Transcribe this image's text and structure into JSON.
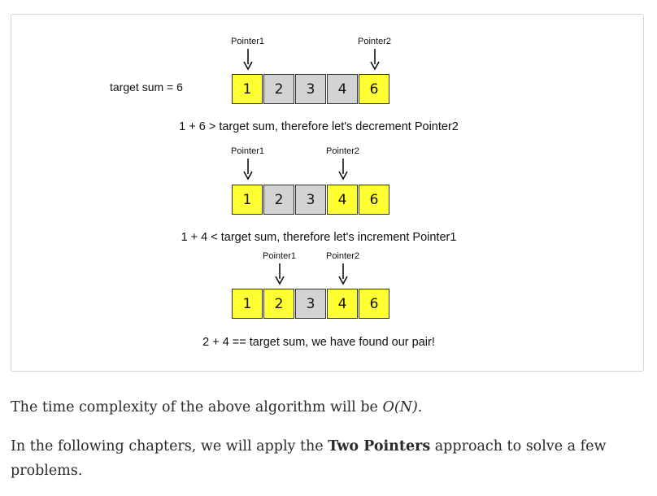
{
  "diagram": {
    "target_label": "target sum = 6",
    "colors": {
      "highlight": "#ffff33",
      "normal": "#d3d3d3"
    },
    "steps": [
      {
        "cells": [
          {
            "value": "1",
            "highlight": true
          },
          {
            "value": "2",
            "highlight": false
          },
          {
            "value": "3",
            "highlight": false
          },
          {
            "value": "4",
            "highlight": false
          },
          {
            "value": "6",
            "highlight": true
          }
        ],
        "pointer1_label": "Pointer1",
        "pointer1_index": 0,
        "pointer2_label": "Pointer2",
        "pointer2_index": 4,
        "caption": "1 + 6 > target sum, therefore let's decrement Pointer2"
      },
      {
        "cells": [
          {
            "value": "1",
            "highlight": true
          },
          {
            "value": "2",
            "highlight": false
          },
          {
            "value": "3",
            "highlight": false
          },
          {
            "value": "4",
            "highlight": true
          },
          {
            "value": "6",
            "highlight": true
          }
        ],
        "pointer1_label": "Pointer1",
        "pointer1_index": 0,
        "pointer2_label": "Pointer2",
        "pointer2_index": 3,
        "caption": "1 + 4 < target sum, therefore let's increment Pointer1"
      },
      {
        "cells": [
          {
            "value": "1",
            "highlight": true
          },
          {
            "value": "2",
            "highlight": true
          },
          {
            "value": "3",
            "highlight": false
          },
          {
            "value": "4",
            "highlight": true
          },
          {
            "value": "6",
            "highlight": true
          }
        ],
        "pointer1_label": "Pointer1",
        "pointer1_index": 1,
        "pointer2_label": "Pointer2",
        "pointer2_index": 3,
        "caption": "2 + 4 == target sum, we have found our pair!"
      }
    ]
  },
  "text": {
    "complexity_before": "The time complexity of the above algorithm will be ",
    "complexity_math": "O(N)",
    "complexity_after": ".",
    "chapters_before": "In the following chapters, we will apply the ",
    "chapters_bold": "Two Pointers",
    "chapters_after": " approach to solve a few problems."
  }
}
